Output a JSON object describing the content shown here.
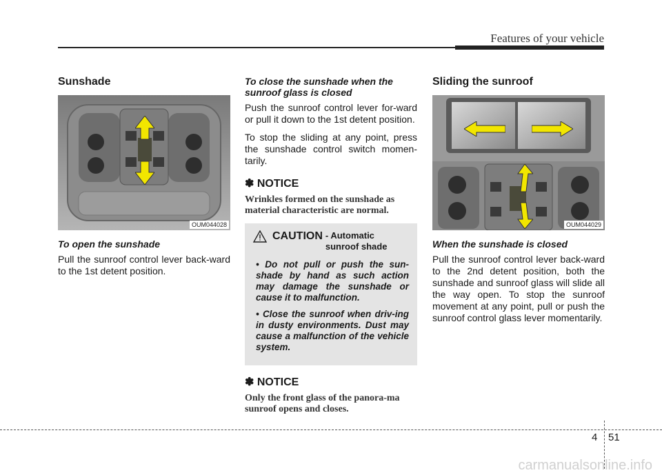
{
  "header": {
    "title": "Features of your vehicle"
  },
  "col1": {
    "heading": "Sunshade",
    "figure_code": "OUM044028",
    "sub": "To open the sunshade",
    "body": "Pull the sunroof control lever back-ward to the 1st detent position."
  },
  "col2": {
    "sub": "To close the sunshade when the sunroof glass is closed",
    "body1": "Push the sunroof control lever for-ward or pull it down to the 1st detent position.",
    "body2": "To stop the sliding at any point, press the sunshade control switch momen-tarily.",
    "notice1_title": "✽ NOTICE",
    "notice1_text": "Wrinkles formed on the sunshade as material characteristic are normal.",
    "caution_word": "CAUTION",
    "caution_sub": "- Automatic sunroof shade",
    "caution_items": [
      "Do not pull or push the sun-shade by hand as such action may damage the sunshade or cause it to malfunction.",
      "Close the sunroof when driv-ing in dusty environments. Dust may cause a malfunction of the vehicle system."
    ],
    "notice2_title": "✽ NOTICE",
    "notice2_text": "Only the front glass of the panora-ma sunroof opens and closes."
  },
  "col3": {
    "heading": "Sliding the sunroof",
    "figure_code": "OUM044029",
    "sub": "When the sunshade is closed",
    "body": "Pull the sunroof control lever back-ward to the 2nd detent position, both the sunshade and sunroof glass will slide all the way open. To stop the sunroof movement at any point, pull or push the sunroof control glass lever momentarily."
  },
  "footer": {
    "chapter": "4",
    "page": "51",
    "watermark": "carmanualsonline.info"
  },
  "colors": {
    "arrow": "#f2e600",
    "panel": "#8c8c8c",
    "caution_bg": "#e4e4e4"
  }
}
